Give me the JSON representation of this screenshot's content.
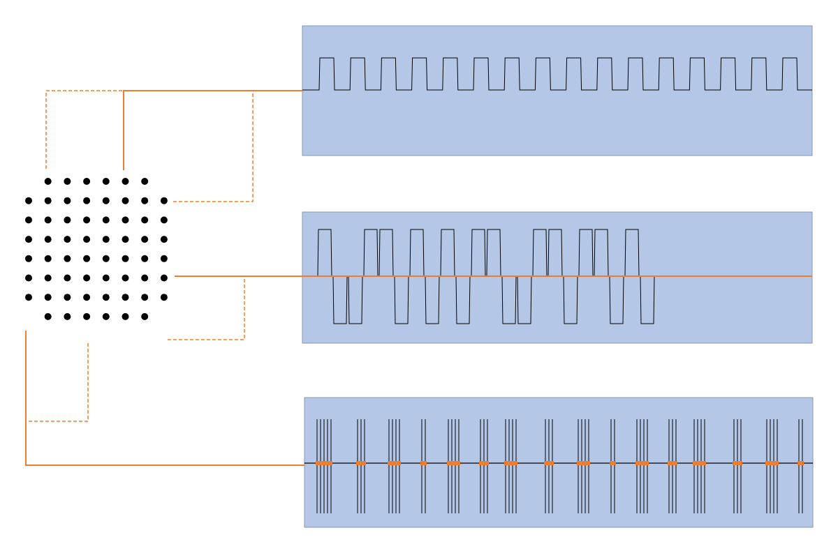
{
  "colors": {
    "background": "#ffffff",
    "panel_fill": "#b4c7e7",
    "panel_stroke": "#8497b0",
    "signal": "#000000",
    "connector": "#ed7d31",
    "dot": "#000000"
  },
  "dot_grid": {
    "rows": 8,
    "cols": 8,
    "omitted_corners": true,
    "dot_count": 60
  },
  "panels": [
    {
      "id": "panel-unipolar",
      "waveform": "unipolar-square",
      "pulse_count": 16
    },
    {
      "id": "panel-bipolar",
      "waveform": "bipolar-square",
      "bit_pattern": [
        1,
        -1,
        -1,
        1,
        1,
        -1,
        1,
        -1,
        1,
        -1,
        1,
        1,
        -1,
        -1,
        1,
        1,
        -1,
        1,
        1,
        -1,
        1,
        -1
      ]
    },
    {
      "id": "panel-spikes",
      "waveform": "spike-train",
      "groups": [
        {
          "lines": 5,
          "bar": true
        },
        {
          "lines": 3,
          "bar": true
        },
        {
          "lines": 4,
          "bar": true
        },
        {
          "lines": 2,
          "bar": true
        },
        {
          "lines": 4,
          "bar": true
        },
        {
          "lines": 3,
          "bar": true
        },
        {
          "lines": 4,
          "bar": true
        },
        {
          "lines": 3,
          "bar": true
        },
        {
          "lines": 4,
          "bar": true
        },
        {
          "lines": 2,
          "bar": true
        },
        {
          "lines": 4,
          "bar": true
        },
        {
          "lines": 3,
          "bar": true
        },
        {
          "lines": 4,
          "bar": true
        },
        {
          "lines": 3,
          "bar": true
        },
        {
          "lines": 4,
          "bar": true
        },
        {
          "lines": 2,
          "bar": true
        }
      ]
    }
  ],
  "connectors": [
    {
      "id": "connector-top-solid",
      "style": "solid",
      "target": "panel-unipolar"
    },
    {
      "id": "connector-top-dashed-left",
      "style": "dashed",
      "target": "panel-unipolar"
    },
    {
      "id": "connector-top-dashed-right",
      "style": "dashed",
      "target": "panel-unipolar"
    },
    {
      "id": "connector-middle-solid",
      "style": "solid",
      "target": "panel-bipolar"
    },
    {
      "id": "connector-middle-dashed",
      "style": "dashed",
      "target": "panel-bipolar"
    },
    {
      "id": "connector-bottom-solid",
      "style": "solid",
      "target": "panel-spikes"
    },
    {
      "id": "connector-bottom-dashed",
      "style": "dashed",
      "target": "panel-spikes"
    }
  ]
}
